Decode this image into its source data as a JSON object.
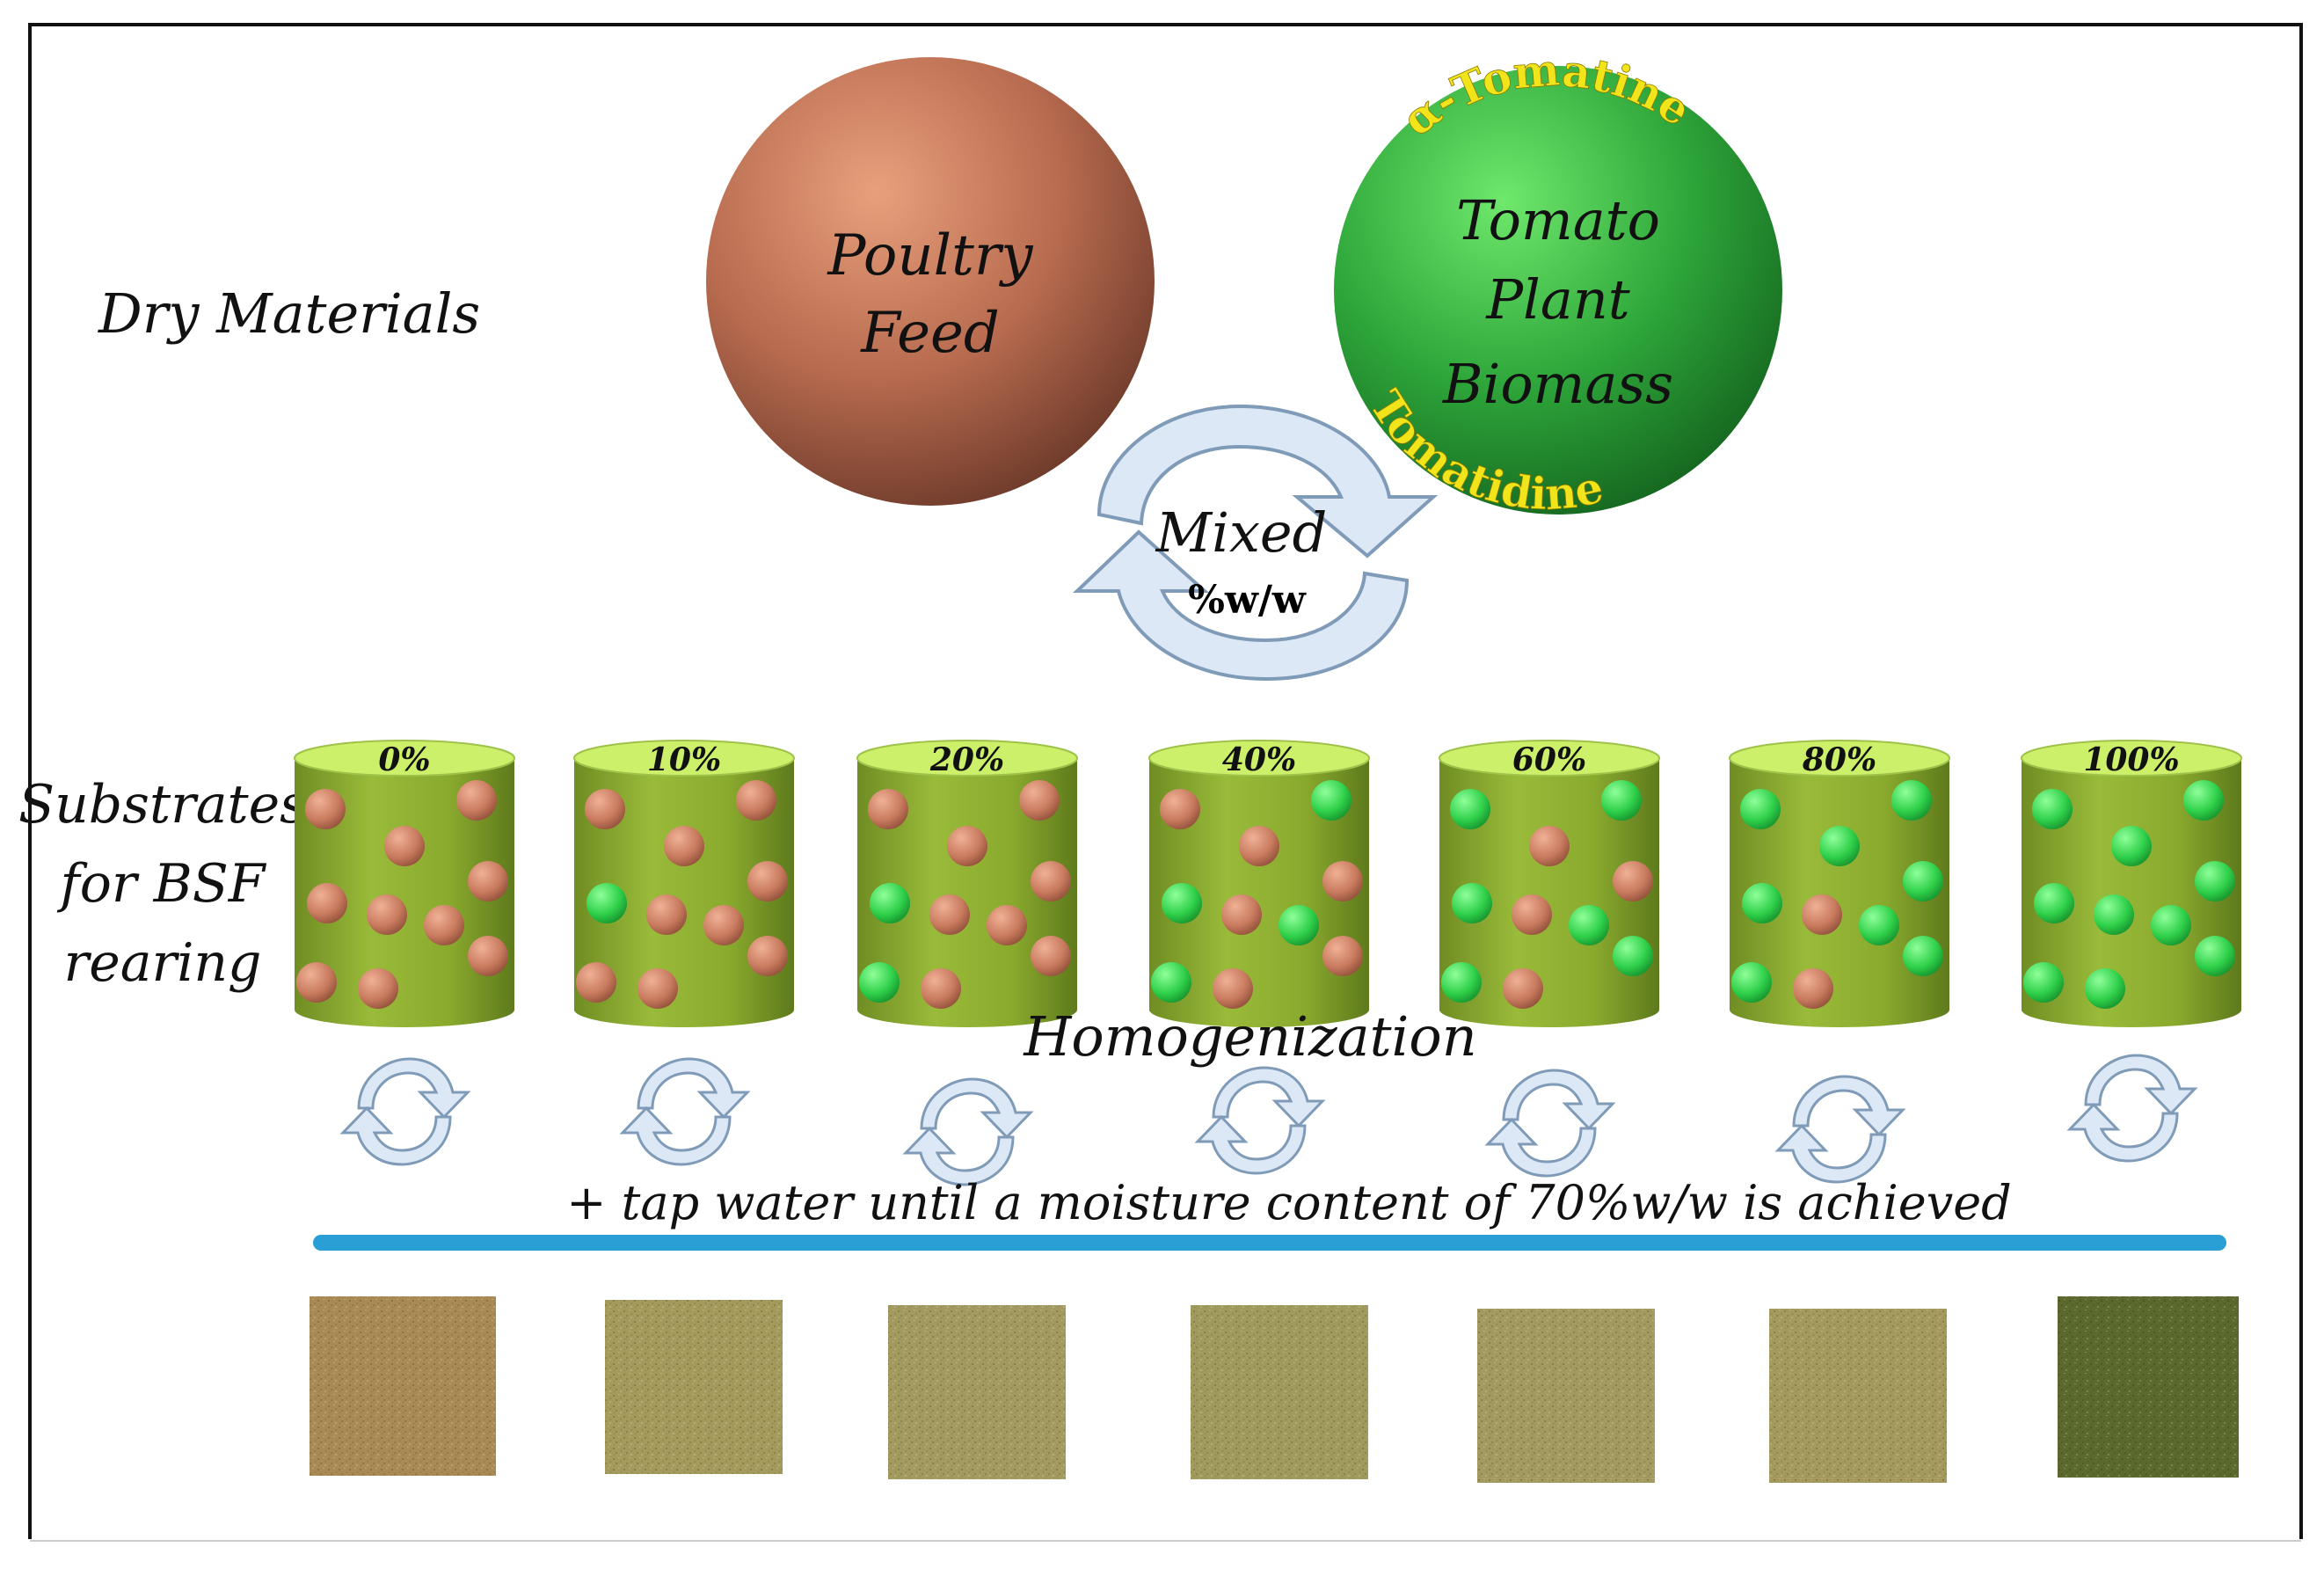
{
  "labels": {
    "dry_materials": "Dry Materials",
    "substrates": [
      "Substrates",
      "for BSF",
      "rearing"
    ],
    "homogenization": "Homogenization",
    "mixed": "Mixed",
    "mixed_unit": "%w/w",
    "water_note": "+ tap water until a moisture content of 70%w/w is achieved"
  },
  "spheres": {
    "poultry": {
      "lines": [
        "Poultry",
        "Feed"
      ],
      "color": "#b86b4f"
    },
    "tomato": {
      "lines": [
        "Tomato",
        "Plant",
        "Biomass"
      ],
      "compound_top": "α-Tomatine",
      "compound_bottom": "Tomatidine",
      "color": "#2ea63a",
      "compound_color": "#f2e41a"
    }
  },
  "substrates": [
    {
      "percent": "0%",
      "tomato_fraction": 0
    },
    {
      "percent": "10%",
      "tomato_fraction": 0.1
    },
    {
      "percent": "20%",
      "tomato_fraction": 0.2
    },
    {
      "percent": "40%",
      "tomato_fraction": 0.4
    },
    {
      "percent": "60%",
      "tomato_fraction": 0.6
    },
    {
      "percent": "80%",
      "tomato_fraction": 0.8
    },
    {
      "percent": "100%",
      "tomato_fraction": 1
    }
  ],
  "colors": {
    "cylinder_body": "#8aaa2e",
    "cylinder_top": "#cdf06a",
    "feed_ball": "#c87a5e",
    "tomato_ball": "#2fd04a",
    "arrow_fill": "#dce8f5",
    "arrow_stroke": "#7f9bb8",
    "bar": "#2a9fd6",
    "swatches": [
      "#a98a55",
      "#a39a5c",
      "#a29a5e",
      "#a19a5d",
      "#a29a5f",
      "#a49a5d",
      "#5b6a2c"
    ]
  }
}
